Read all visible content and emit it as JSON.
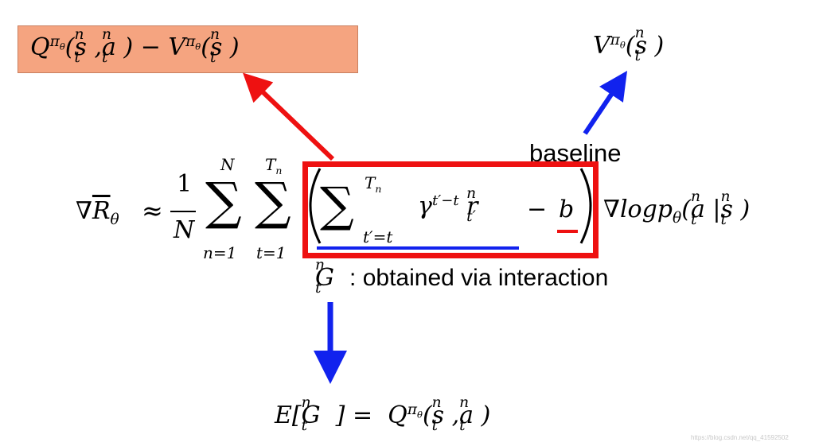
{
  "advantage": {
    "Q": "Q",
    "pi": "π",
    "theta": "θ",
    "s": "s",
    "a": "a",
    "t": "t",
    "n": "n",
    "comma": ",",
    "minus": "−",
    "V": "V",
    "lp": "(",
    "rp": ")"
  },
  "value": {
    "V": "V",
    "pi": "π",
    "theta": "θ",
    "s": "s",
    "t": "t",
    "n": "n",
    "lp": "(",
    "rp": ")"
  },
  "baseline_label": "baseline",
  "formula": {
    "nabla": "∇",
    "R": "R",
    "theta": "θ",
    "approx": "≈",
    "one": "1",
    "N": "N",
    "sum": "∑",
    "sum1_top": "N",
    "sum1_bottom": "n=1",
    "sum2_top": "T",
    "sum2_top_sub": "n",
    "sum2_bottom": "t=1",
    "inner_top": "T",
    "inner_top_sub": "n",
    "inner_bottom": "t′=t",
    "gamma": "γ",
    "gamma_exp": "t′−t",
    "r": "r",
    "r_sup": "n",
    "r_sub": "t′",
    "minus": "−",
    "b": "b",
    "grad_log": "∇logp",
    "theta2": "θ",
    "a": "a",
    "s": "s",
    "n": "n",
    "t": "t",
    "bar": "|",
    "lp": "(",
    "rp": ")"
  },
  "interaction_label": {
    "G": "G",
    "n": "n",
    "t": "t",
    "text": ": obtained via interaction"
  },
  "expectation": {
    "E": "E",
    "lb": "[",
    "rb": "]",
    "G": "G",
    "n": "n",
    "t": "t",
    "eq": "=",
    "Q": "Q",
    "pi": "π",
    "theta": "θ",
    "s": "s",
    "a": "a",
    "comma": ",",
    "lp": "(",
    "rp": ")"
  },
  "watermark": "https://blog.csdn.net/qq_41592502",
  "colors": {
    "red": "#ee1111",
    "blue": "#1122ee",
    "box_fill": "#f5a480"
  }
}
